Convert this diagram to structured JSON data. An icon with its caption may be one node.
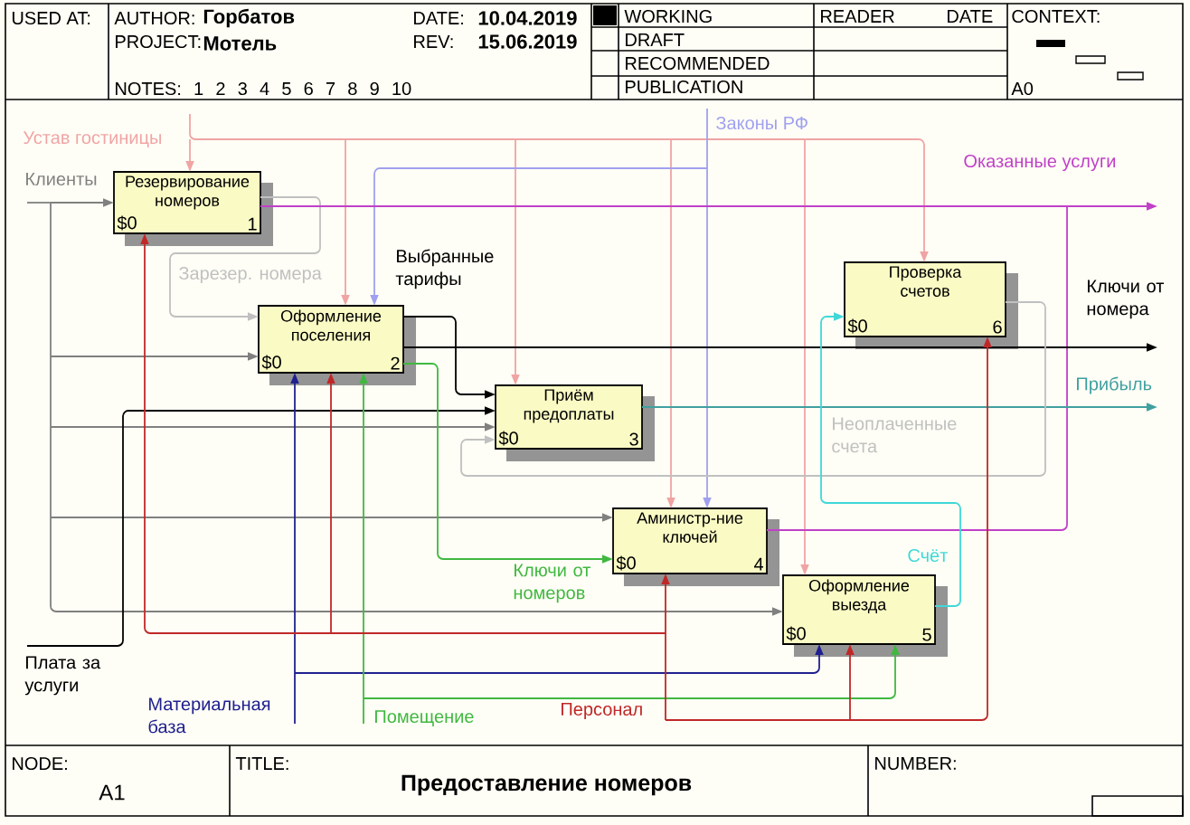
{
  "diagram": {
    "title": "Предоставление номеров",
    "nodes": [
      {
        "text": [
          "Резервирование номеров",
          "$0",
          "1"
        ]
      },
      {
        "text": [
          "Оформление поселения",
          "$0",
          "2"
        ]
      },
      {
        "text": [
          "Приём предоплаты",
          "$0",
          "3"
        ]
      },
      {
        "text": [
          "Аминистр-ние ключей",
          "$0",
          "4"
        ]
      },
      {
        "text": [
          "Оформление выезда",
          "$0",
          "5"
        ]
      },
      {
        "text": [
          "Проверка счетов",
          "$0",
          "6"
        ]
      }
    ],
    "edges": [
      {
        "from": null,
        "to": 0,
        "arrow": "to",
        "label": "Устав гостиницы",
        "color": "#f0a4a4"
      },
      {
        "from": null,
        "to": 1,
        "arrow": "to",
        "color": "#f0a4a4"
      },
      {
        "from": null,
        "to": 2,
        "arrow": "to",
        "color": "#f0a4a4"
      },
      {
        "from": null,
        "to": 3,
        "arrow": "to",
        "color": "#f0a4a4"
      },
      {
        "from": null,
        "to": 4,
        "arrow": "to",
        "color": "#f0a4a4"
      },
      {
        "from": null,
        "to": 5,
        "arrow": "to",
        "color": "#f0a4a4"
      },
      {
        "from": null,
        "to": 3,
        "arrow": "to",
        "label": "Законы РФ",
        "color": "#a0a0f0"
      },
      {
        "from": null,
        "to": 1,
        "arrow": "to",
        "color": "#a0a0f0"
      },
      {
        "from": null,
        "to": 0,
        "arrow": "to",
        "label": "Клиенты",
        "color": "#808080"
      },
      {
        "from": null,
        "to": 1,
        "arrow": "to",
        "color": "#808080"
      },
      {
        "from": null,
        "to": 2,
        "arrow": "to",
        "color": "#808080"
      },
      {
        "from": null,
        "to": 3,
        "arrow": "to",
        "color": "#808080"
      },
      {
        "from": null,
        "to": 4,
        "arrow": "to",
        "color": "#808080"
      },
      {
        "from": 0,
        "to": 1,
        "arrow": "to",
        "label": "Зарезер. номера",
        "color": "#c0c0c0"
      },
      {
        "from": 0,
        "to": null,
        "arrow": "to",
        "label": "Оказанные услуги",
        "color": "#c040c8"
      },
      {
        "from": 3,
        "to": null,
        "arrow": "to",
        "color": "#c040c8"
      },
      {
        "from": 1,
        "to": 2,
        "arrow": "to",
        "label": "Выбранные тарифы",
        "color": "#000000"
      },
      {
        "from": 1,
        "to": null,
        "arrow": "to",
        "label": "Ключи от номера",
        "color": "#000000"
      },
      {
        "from": null,
        "to": 2,
        "arrow": "to",
        "label": "Плата за услуги",
        "color": "#000000"
      },
      {
        "from": 2,
        "to": null,
        "arrow": "to",
        "label": "Прибыль",
        "color": "#40a0a0"
      },
      {
        "from": 5,
        "to": 2,
        "arrow": "to",
        "label": "Неоплаченные счета",
        "color": "#c0c0c0"
      },
      {
        "from": 4,
        "to": 5,
        "arrow": "to",
        "label": "Счёт",
        "color": "#40d8d8"
      },
      {
        "from": 1,
        "to": 3,
        "arrow": "to",
        "label": "Ключи от номеров",
        "color": "#40b840"
      },
      {
        "from": null,
        "to": 1,
        "arrow": "to",
        "label": "Материальная база",
        "color": "#202090"
      },
      {
        "from": null,
        "to": 4,
        "arrow": "to",
        "color": "#202090"
      },
      {
        "from": null,
        "to": 1,
        "arrow": "to",
        "label": "Помещение",
        "color": "#40b840"
      },
      {
        "from": null,
        "to": 4,
        "arrow": "to",
        "color": "#40b840"
      },
      {
        "from": null,
        "to": 0,
        "arrow": "to",
        "color": "#c02828"
      },
      {
        "from": null,
        "to": 1,
        "arrow": "to",
        "color": "#c02828"
      },
      {
        "from": null,
        "to": 3,
        "arrow": "to",
        "label": "Персонал",
        "color": "#c02828"
      },
      {
        "from": null,
        "to": 4,
        "arrow": "to",
        "color": "#c02828"
      },
      {
        "from": null,
        "to": 5,
        "arrow": "to",
        "color": "#c02828"
      }
    ],
    "labels": [
      "USED AT:",
      "AUTHOR:",
      "Горбатов",
      "PROJECT:",
      "Мотель",
      "DATE:",
      "10.04.2019",
      "REV:",
      "15.06.2019",
      "NOTES: 1 2 3 4 5 6 7 8 9 10",
      "WORKING",
      "DRAFT",
      "RECOMMENDED",
      "PUBLICATION",
      "READER",
      "DATE",
      "CONTEXT:",
      "A0",
      "NODE:",
      "A1",
      "TITLE:",
      "NUMBER:"
    ]
  }
}
